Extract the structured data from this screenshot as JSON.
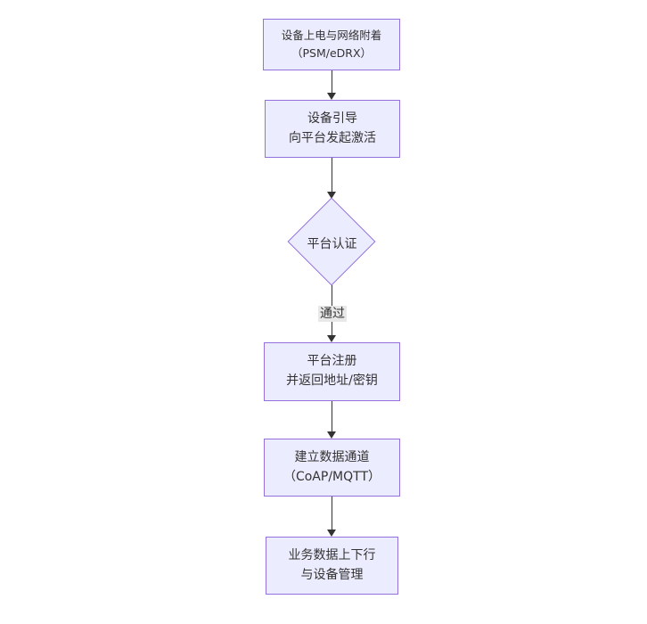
{
  "diagram": {
    "type": "flowchart",
    "direction": "top-down",
    "colors": {
      "background": "#ffffff",
      "node_fill": "#ECECFF",
      "node_border": "#9370DB",
      "text": "#333333",
      "arrow": "#333333",
      "edge_label_bg": "#e8e8e8"
    },
    "nodes": [
      {
        "id": "power",
        "shape": "rect",
        "lines": [
          "设备上电与网络附着",
          "（PSM/eDRX）"
        ]
      },
      {
        "id": "boot",
        "shape": "rect",
        "lines": [
          "设备引导",
          "向平台发起激活"
        ]
      },
      {
        "id": "auth",
        "shape": "diamond",
        "lines": [
          "平台认证"
        ]
      },
      {
        "id": "register",
        "shape": "rect",
        "lines": [
          "平台注册",
          "并返回地址/密钥"
        ]
      },
      {
        "id": "channel",
        "shape": "rect",
        "lines": [
          "建立数据通道",
          "（CoAP/MQTT）"
        ]
      },
      {
        "id": "service",
        "shape": "rect",
        "lines": [
          "业务数据上下行",
          "与设备管理"
        ]
      }
    ],
    "edges": [
      {
        "from": "power",
        "to": "boot",
        "label": ""
      },
      {
        "from": "boot",
        "to": "auth",
        "label": ""
      },
      {
        "from": "auth",
        "to": "register",
        "label": "通过"
      },
      {
        "from": "register",
        "to": "channel",
        "label": ""
      },
      {
        "from": "channel",
        "to": "service",
        "label": ""
      }
    ]
  }
}
